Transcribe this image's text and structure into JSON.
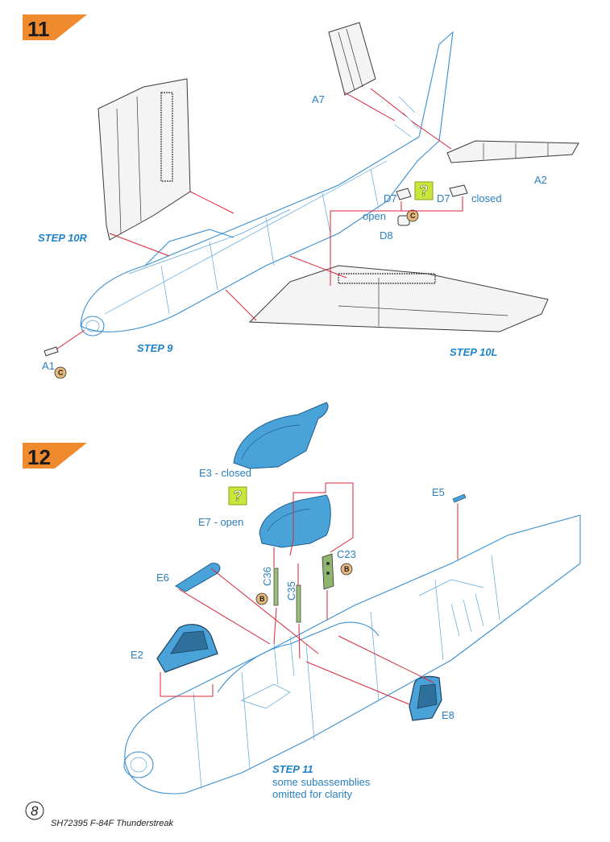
{
  "steps": {
    "s11": {
      "number": "11"
    },
    "s12": {
      "number": "12"
    }
  },
  "labels": {
    "a7": "A7",
    "a2": "A2",
    "d7_open": "D7",
    "d7_closed": "D7",
    "closed": "closed",
    "open": "open",
    "d8": "D8",
    "a1": "A1",
    "step10r": "STEP 10R",
    "step9": "STEP 9",
    "step10l": "STEP 10L",
    "e3": "E3 - closed",
    "e7": "E7 - open",
    "e5": "E5",
    "e6": "E6",
    "c36": "C36",
    "c35": "C35",
    "c23": "C23",
    "e2": "E2",
    "e8": "E8",
    "step11": "STEP 11",
    "note_line1": "some subassemblies",
    "note_line2": "omitted for clarity"
  },
  "glue": {
    "c": "C",
    "b": "B"
  },
  "option_mark": "?",
  "footer": {
    "page": "8",
    "product": "SH72395  F-84F Thunderstreak"
  },
  "colors": {
    "badge": "#f08a2e",
    "blue_line": "#3b8fd1",
    "canopy": "#4aa3d8",
    "arrow": "#d9263a",
    "option": "#c8e63c"
  }
}
